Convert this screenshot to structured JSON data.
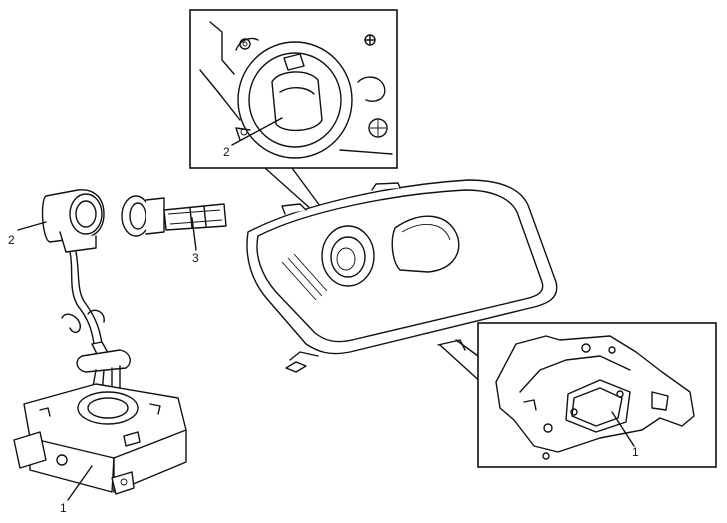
{
  "diagram": {
    "callouts": {
      "top_inset_2": "2",
      "left_2": "2",
      "left_3": "3",
      "bottom_left_1": "1",
      "right_inset_1": "1"
    }
  }
}
